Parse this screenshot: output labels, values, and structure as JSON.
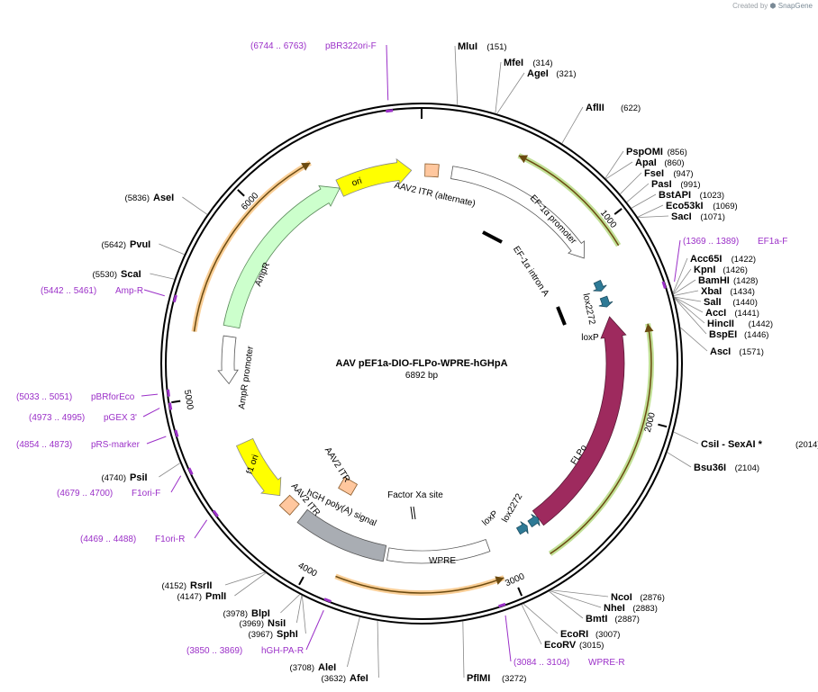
{
  "credit": {
    "prefix": "Created by",
    "brand": "SnapGene"
  },
  "plasmid": {
    "name": "AAV pEF1a-DIO-FLPo-WPRE-hGHpA",
    "length": "6892 bp"
  },
  "ticks": [
    "1000",
    "2000",
    "3000",
    "4000",
    "5000",
    "6000"
  ],
  "sites": [
    {
      "name": "MluI",
      "pos": "(151)"
    },
    {
      "name": "MfeI",
      "pos": "(314)"
    },
    {
      "name": "AgeI",
      "pos": "(321)"
    },
    {
      "name": "AflII",
      "pos": "(622)"
    },
    {
      "name": "PspOMI",
      "pos": "(856)"
    },
    {
      "name": "ApaI",
      "pos": "(860)"
    },
    {
      "name": "FseI",
      "pos": "(947)"
    },
    {
      "name": "PasI",
      "pos": "(991)"
    },
    {
      "name": "BstAPI",
      "pos": "(1023)"
    },
    {
      "name": "Eco53kI",
      "pos": "(1069)"
    },
    {
      "name": "SacI",
      "pos": "(1071)"
    },
    {
      "name": "Acc65I",
      "pos": "(1422)"
    },
    {
      "name": "KpnI",
      "pos": "(1426)"
    },
    {
      "name": "BamHI",
      "pos": "(1428)"
    },
    {
      "name": "XbaI",
      "pos": "(1434)"
    },
    {
      "name": "SalI",
      "pos": "(1440)"
    },
    {
      "name": "AccI",
      "pos": "(1441)"
    },
    {
      "name": "HincII",
      "pos": "(1442)"
    },
    {
      "name": "BspEI",
      "pos": "(1446)"
    },
    {
      "name": "AscI",
      "pos": "(1571)"
    },
    {
      "name": "CsiI  - SexAI *",
      "pos": "(2014)"
    },
    {
      "name": "Bsu36I",
      "pos": "(2104)"
    },
    {
      "name": "NcoI",
      "pos": "(2876)"
    },
    {
      "name": "NheI",
      "pos": "(2883)"
    },
    {
      "name": "BmtI",
      "pos": "(2887)"
    },
    {
      "name": "EcoRI",
      "pos": "(3007)"
    },
    {
      "name": "EcoRV",
      "pos": "(3015)"
    },
    {
      "name": "PflMI",
      "pos": "(3272)"
    },
    {
      "name": "AfeI",
      "pos": "(3632)"
    },
    {
      "name": "AleI",
      "pos": "(3708)"
    },
    {
      "name": "SphI",
      "pos": "(3967)"
    },
    {
      "name": "NsiI",
      "pos": "(3969)"
    },
    {
      "name": "BlpI",
      "pos": "(3978)"
    },
    {
      "name": "PmlI",
      "pos": "(4147)"
    },
    {
      "name": "RsrII",
      "pos": "(4152)"
    },
    {
      "name": "PsiI",
      "pos": "(4740)"
    },
    {
      "name": "ScaI",
      "pos": "(5530)"
    },
    {
      "name": "PvuI",
      "pos": "(5642)"
    },
    {
      "name": "AseI",
      "pos": "(5836)"
    }
  ],
  "primers": [
    {
      "range": "(6744 .. 6763)",
      "name": "pBR322ori-F"
    },
    {
      "range": "(1369 .. 1389)",
      "name": "EF1a-F"
    },
    {
      "range": "(3084 .. 3104)",
      "name": "WPRE-R"
    },
    {
      "range": "(3850 .. 3869)",
      "name": "hGH-PA-R"
    },
    {
      "range": "(4469 .. 4488)",
      "name": "F1ori-R"
    },
    {
      "range": "(4679 .. 4700)",
      "name": "F1ori-F"
    },
    {
      "range": "(4854 .. 4873)",
      "name": "pRS-marker"
    },
    {
      "range": "(4973 .. 4995)",
      "name": "pGEX 3'"
    },
    {
      "range": "(5033 .. 5051)",
      "name": "pBRforEco"
    },
    {
      "range": "(5442 .. 5461)",
      "name": "Amp-R"
    }
  ],
  "features": {
    "ori": "ori",
    "itr_alt": "AAV2 ITR (alternate)",
    "ef1a_promoter": "EF-1α promoter",
    "ef1a_intron": "EF-1α intron A",
    "lox2272_top": "lox2272",
    "loxp_top": "loxP",
    "flpo": "FLPo",
    "lox2272_bottom": "lox2272",
    "loxp_bottom": "loxP",
    "wpre": "WPRE",
    "factor_xa": "Factor Xa site",
    "hgh_polya": "hGH poly(A) signal",
    "itr_1": "AAV2 ITR",
    "itr_2": "AAV2 ITR",
    "f1_ori": "f1 ori",
    "ampr_promoter": "AmpR promoter",
    "ampr": "AmpR"
  },
  "colors": {
    "primer": "#9b30c8",
    "ori": "#ffff00",
    "itr": "#ffc79e",
    "flpo": "#9e2a5e",
    "lox": "#2e7a96",
    "polya": "#a9adb3",
    "ampr": "#ccffcc",
    "primer_bind_orange": "#f4a640",
    "primer_bind_green": "#8ec63f"
  }
}
